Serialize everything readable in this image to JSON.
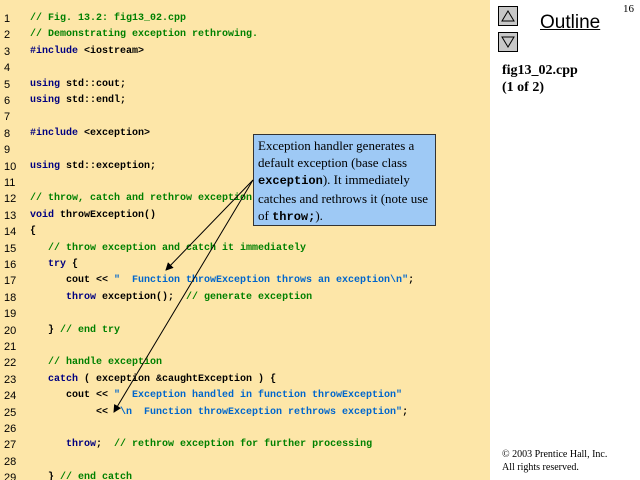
{
  "slide": {
    "page_number": "16",
    "outline_label": "Outline",
    "file_name": "fig13_02.cpp",
    "file_pages": "(1 of 2)",
    "copyright_line1": "© 2003 Prentice Hall, Inc.",
    "copyright_line2": "All rights reserved.",
    "nav": {
      "up_icon": "triangle-up-icon",
      "down_icon": "triangle-down-icon"
    }
  },
  "code": {
    "lines": [
      {
        "num": "1",
        "segments": [
          {
            "t": "// Fig. 13.2: fig13_02.cpp",
            "c": "comment"
          }
        ]
      },
      {
        "num": "2",
        "segments": [
          {
            "t": "// Demonstrating exception rethrowing.",
            "c": "comment"
          }
        ]
      },
      {
        "num": "3",
        "segments": [
          {
            "t": "#include",
            "c": "kw"
          },
          {
            "t": " <iostream>",
            "c": "plain"
          }
        ]
      },
      {
        "num": "4",
        "segments": []
      },
      {
        "num": "5",
        "segments": [
          {
            "t": "using",
            "c": "kw"
          },
          {
            "t": " std::cout;",
            "c": "plain"
          }
        ]
      },
      {
        "num": "6",
        "segments": [
          {
            "t": "using",
            "c": "kw"
          },
          {
            "t": " std::endl;",
            "c": "plain"
          }
        ]
      },
      {
        "num": "7",
        "segments": []
      },
      {
        "num": "8",
        "segments": [
          {
            "t": "#include",
            "c": "kw"
          },
          {
            "t": " <exception>",
            "c": "plain"
          }
        ]
      },
      {
        "num": "9",
        "segments": []
      },
      {
        "num": "10",
        "segments": [
          {
            "t": "using",
            "c": "kw"
          },
          {
            "t": " std::exception;",
            "c": "plain"
          }
        ]
      },
      {
        "num": "11",
        "segments": []
      },
      {
        "num": "12",
        "segments": [
          {
            "t": "// throw, catch and rethrow exception",
            "c": "comment"
          }
        ]
      },
      {
        "num": "13",
        "segments": [
          {
            "t": "void",
            "c": "kw"
          },
          {
            "t": " throwException()",
            "c": "plain"
          }
        ]
      },
      {
        "num": "14",
        "segments": [
          {
            "t": "{",
            "c": "plain"
          }
        ]
      },
      {
        "num": "15",
        "segments": [
          {
            "t": "   // throw exception and catch it immediately",
            "c": "comment"
          }
        ]
      },
      {
        "num": "16",
        "segments": [
          {
            "t": "   ",
            "c": "plain"
          },
          {
            "t": "try",
            "c": "kw"
          },
          {
            "t": " {",
            "c": "plain"
          }
        ]
      },
      {
        "num": "17",
        "segments": [
          {
            "t": "      cout << ",
            "c": "plain"
          },
          {
            "t": "\"  Function throwException throws an exception\\n\"",
            "c": "str"
          },
          {
            "t": ";",
            "c": "plain"
          }
        ]
      },
      {
        "num": "18",
        "segments": [
          {
            "t": "      ",
            "c": "plain"
          },
          {
            "t": "throw",
            "c": "kw"
          },
          {
            "t": " exception();  ",
            "c": "plain"
          },
          {
            "t": "// generate exception",
            "c": "comment"
          }
        ]
      },
      {
        "num": "19",
        "segments": []
      },
      {
        "num": "20",
        "segments": [
          {
            "t": "   } ",
            "c": "plain"
          },
          {
            "t": "// end try",
            "c": "comment"
          }
        ]
      },
      {
        "num": "21",
        "segments": []
      },
      {
        "num": "22",
        "segments": [
          {
            "t": "   // handle exception",
            "c": "comment"
          }
        ]
      },
      {
        "num": "23",
        "segments": [
          {
            "t": "   ",
            "c": "plain"
          },
          {
            "t": "catch",
            "c": "kw"
          },
          {
            "t": " ( exception &caughtException ) {",
            "c": "plain"
          }
        ]
      },
      {
        "num": "24",
        "segments": [
          {
            "t": "      cout << ",
            "c": "plain"
          },
          {
            "t": "\"  Exception handled in function throwException\"",
            "c": "str"
          }
        ]
      },
      {
        "num": "25",
        "segments": [
          {
            "t": "           << ",
            "c": "plain"
          },
          {
            "t": "\"\\n  Function throwException rethrows exception\"",
            "c": "str"
          },
          {
            "t": ";",
            "c": "plain"
          }
        ]
      },
      {
        "num": "26",
        "segments": []
      },
      {
        "num": "27",
        "segments": [
          {
            "t": "      ",
            "c": "plain"
          },
          {
            "t": "throw",
            "c": "kw"
          },
          {
            "t": ";  ",
            "c": "plain"
          },
          {
            "t": "// rethrow exception for further processing",
            "c": "comment"
          }
        ]
      },
      {
        "num": "28",
        "segments": []
      },
      {
        "num": "29",
        "segments": [
          {
            "t": "   } ",
            "c": "plain"
          },
          {
            "t": "// end catch",
            "c": "comment"
          }
        ]
      }
    ]
  },
  "callout": {
    "part1": "Exception handler generates a default exception (base class ",
    "code1": "exception",
    "part2": "). It immediately catches and rethrows it (note use of ",
    "code2": "throw;",
    "part3": ")."
  }
}
